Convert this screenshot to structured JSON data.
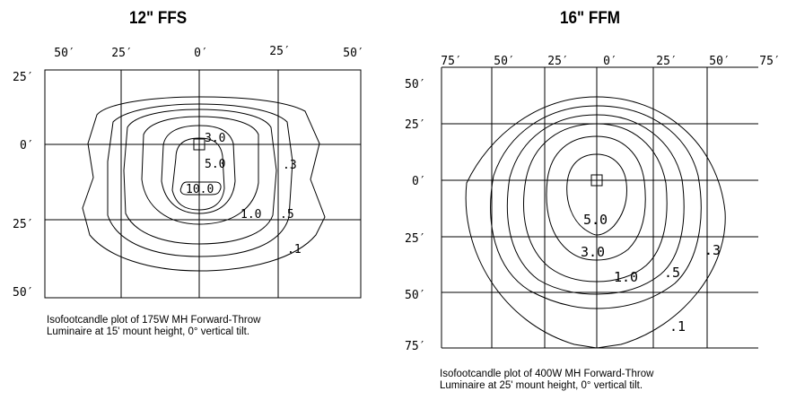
{
  "plots": [
    {
      "title": "12\" FFS",
      "x_ticks": [
        "50′",
        "25′",
        "0′",
        "25′",
        "50′"
      ],
      "y_ticks": [
        "25′",
        "0′",
        "25′",
        "50′"
      ],
      "contour_labels": [
        "3.0",
        "5.0",
        "10.0",
        ".3",
        "1.0",
        ".5",
        ".1"
      ],
      "caption_line1": "Isofootcandle plot of 175W MH Forward-Throw",
      "caption_line2": "Luminaire at 15' mount height, 0° vertical tilt."
    },
    {
      "title": "16\" FFM",
      "x_ticks": [
        "75′",
        "50′",
        "25′",
        "0′",
        "25′",
        "50′",
        "75′"
      ],
      "y_ticks": [
        "50′",
        "25′",
        "0′",
        "25′",
        "50′",
        "75′"
      ],
      "contour_labels": [
        "5.0",
        "3.0",
        "1.0",
        ".5",
        ".3",
        ".1"
      ],
      "caption_line1": "Isofootcandle plot of 400W MH Forward-Throw",
      "caption_line2": "Luminaire at 25' mount height, 0° vertical tilt."
    }
  ]
}
